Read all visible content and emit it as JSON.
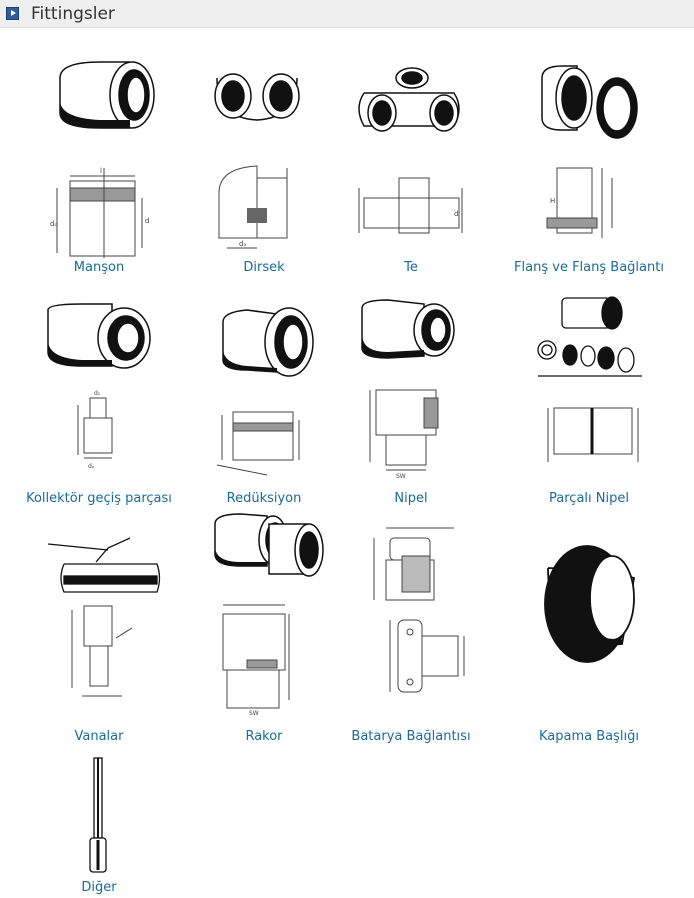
{
  "header": {
    "title": "Fittingsler",
    "icon": "play-arrow-icon"
  },
  "items": [
    {
      "label": "Manşon"
    },
    {
      "label": "Dirsek"
    },
    {
      "label": "Te"
    },
    {
      "label": "Flanş ve Flanş Bağlantı"
    },
    {
      "label": "Kollektör geçiş parçası"
    },
    {
      "label": "Redüksiyon"
    },
    {
      "label": "Nipel"
    },
    {
      "label": "Parçalı Nipel"
    },
    {
      "label": "Vanalar"
    },
    {
      "label": "Rakor"
    },
    {
      "label": "Batarya Bağlantısı"
    },
    {
      "label": "Kapama Başlığı"
    },
    {
      "label": "Diğer"
    }
  ]
}
